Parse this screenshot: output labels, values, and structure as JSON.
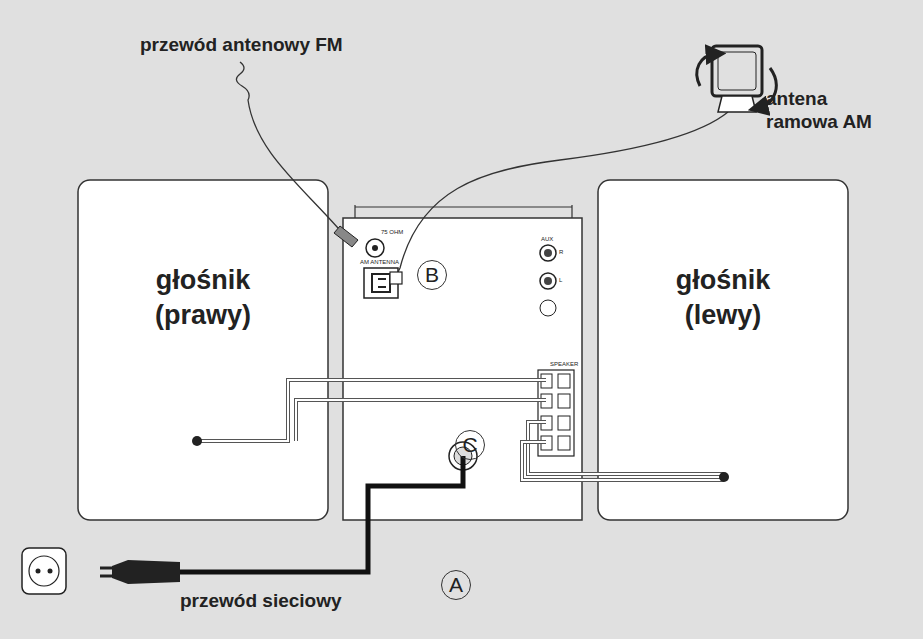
{
  "diagram": {
    "nodes": [
      {
        "text": [
          "głośnik (prawy)"
        ]
      },
      {
        "text": [
          "B"
        ]
      },
      {
        "text": [
          "głośnik (lewy)"
        ]
      },
      {
        "text": [
          "C"
        ]
      },
      {
        "text": [
          "A"
        ]
      }
    ],
    "labels": [
      "przewód antenowy FM",
      "antena ramowa AM",
      "przewód sieciowy",
      "75 OHM",
      "AM ANTENNA",
      "AUX",
      "R",
      "L",
      "SPEAKER"
    ]
  }
}
